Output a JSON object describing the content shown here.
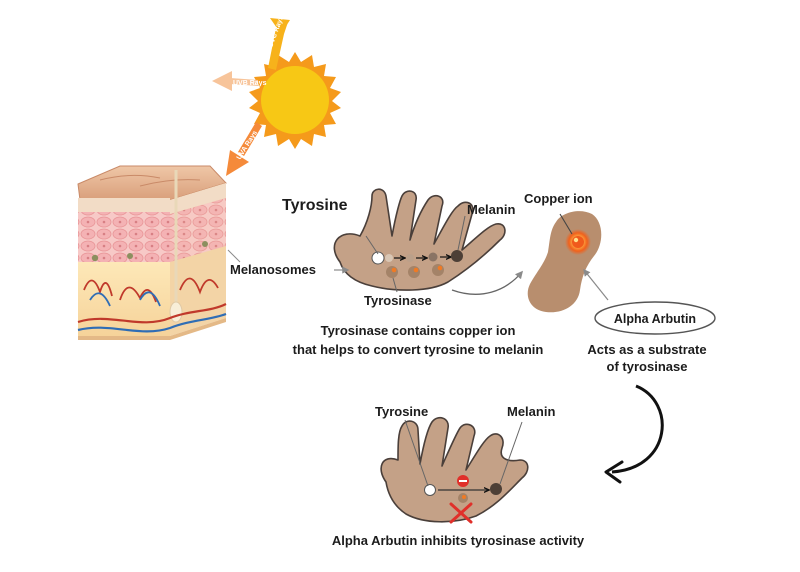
{
  "rays": {
    "uvc": "UVC Rays",
    "uvb": "UVB Rays",
    "uva": "UVA Rays"
  },
  "labels": {
    "tyrosine_top": "Tyrosine",
    "melanin_top": "Melanin",
    "copper_ion": "Copper ion",
    "melanosomes": "Melanosomes",
    "tyrosinase": "Tyrosinase",
    "desc_line1": "Tyrosinase contains copper ion",
    "desc_line2": "that helps to convert tyrosine to melanin",
    "alpha_arbutin": "Alpha Arbutin",
    "substrate_line1": "Acts as a substrate",
    "substrate_line2": "of tyrosinase",
    "tyrosine_bottom": "Tyrosine",
    "melanin_bottom": "Melanin",
    "inhibits": "Alpha Arbutin inhibits tyrosinase activity"
  },
  "colors": {
    "melanocyte": "#c4a187",
    "melanocyte_edge": "#4a3f3a",
    "sun": "#f7c815",
    "sun_rays": "#f59a1b",
    "copper": "#f0611c",
    "inhibit": "#e0302a"
  }
}
